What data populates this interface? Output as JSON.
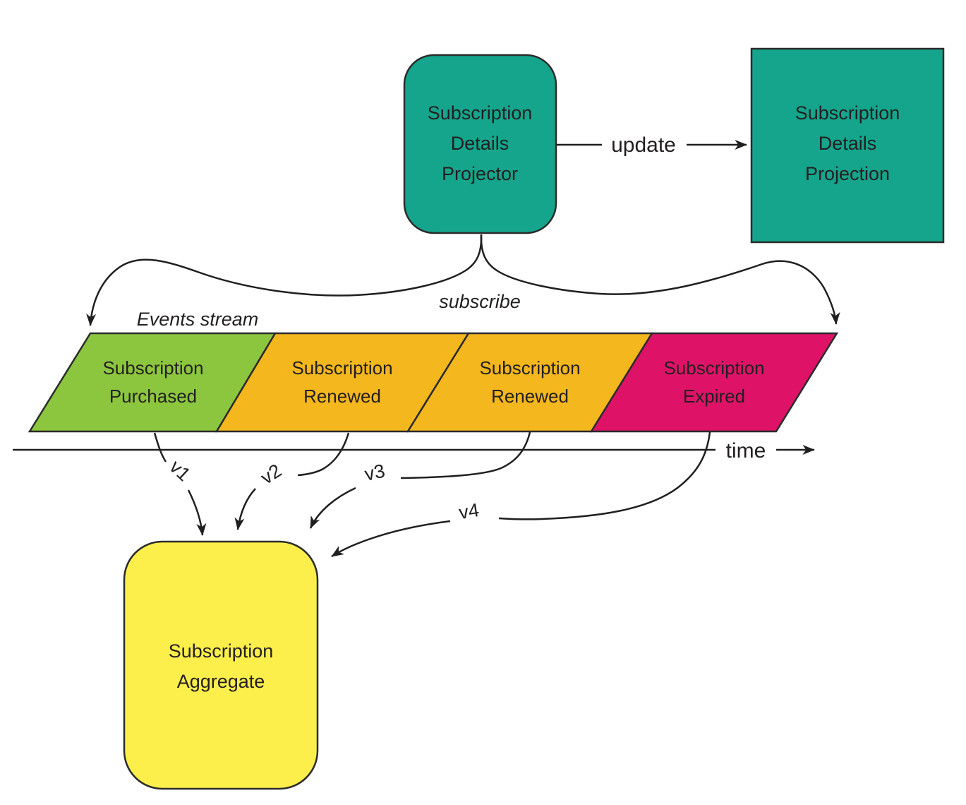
{
  "colors": {
    "teal": "#14A58C",
    "green": "#8CC63E",
    "orange": "#F4B71D",
    "pink": "#DE1368",
    "yellow": "#FCEE4B",
    "line": "#1f1f1f",
    "text": "#231f20"
  },
  "nodes": {
    "projector": {
      "line1": "Subscription",
      "line2": "Details",
      "line3": "Projector"
    },
    "projection": {
      "line1": "Subscription",
      "line2": "Details",
      "line3": "Projection"
    },
    "aggregate": {
      "line1": "Subscription",
      "line2": "Aggregate"
    }
  },
  "stream": {
    "title": "Events stream",
    "events": [
      {
        "line1": "Subscription",
        "line2": "Purchased",
        "version": "v1"
      },
      {
        "line1": "Subscription",
        "line2": "Renewed",
        "version": "v2"
      },
      {
        "line1": "Subscription",
        "line2": "Renewed",
        "version": "v3"
      },
      {
        "line1": "Subscription",
        "line2": "Expired",
        "version": "v4"
      }
    ]
  },
  "labels": {
    "update": "update",
    "subscribe": "subscribe",
    "time": "time"
  }
}
